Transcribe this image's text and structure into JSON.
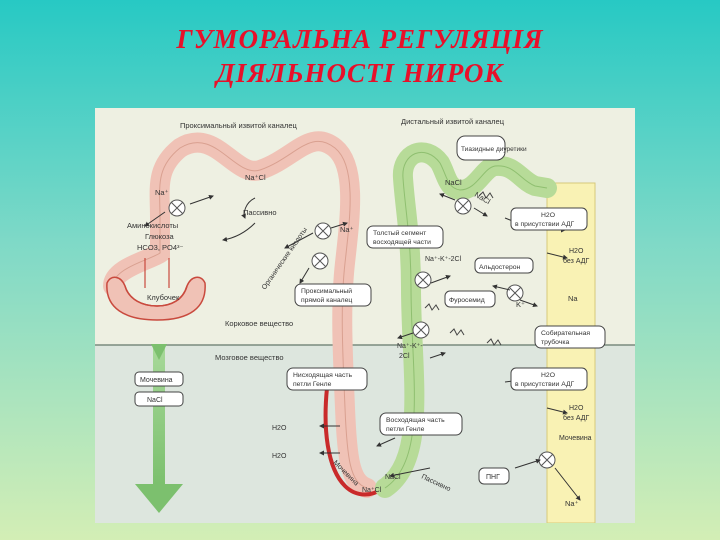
{
  "title": {
    "line1": "ГУМОРАЛЬНА РЕГУЛЯЦІЯ",
    "line2": "ДІЯЛЬНОСТІ  НИРОК"
  },
  "diagram": {
    "region_labels": {
      "proximal_tubule": "Проксимальный извитой каналец",
      "distal_tubule": "Дистальный извитой каналец",
      "cortex": "Корковое вещество",
      "medulla": "Мозговое вещество",
      "glomerulus": "Клубочек"
    },
    "left_labels": {
      "na_plus": "Na⁺",
      "amino": "Аминокислоты",
      "glucose": "Глюкоза",
      "hco": "HCO3, PO4³⁻",
      "nacl_prox": "Na⁺Cl",
      "passive": "Пассивно",
      "organic_acids": "Органические кислоты",
      "na_thick": "Na⁺"
    },
    "boxes": {
      "thiazide": "Тиазидные диуретики",
      "thick_segment_1": "Толстый сегмент",
      "thick_segment_2": "восходящей части",
      "proximal_straight_1": "Проксимальный",
      "proximal_straight_2": "прямой каналец",
      "furosemide": "Фуросемид",
      "collecting_1": "Собирательная",
      "collecting_2": "трубочка",
      "descending_1": "Нисходящая часть",
      "descending_2": "петли Генле",
      "ascending_1": "Восходящая часть",
      "ascending_2": "петли Генле",
      "anp": "ПНГ",
      "urea_box": "Мочевина",
      "nacl_box": "NaCl"
    },
    "right_labels": {
      "nacl_1": "NaCl",
      "nacl_2": "NaCl",
      "h2o_adh": "H2O",
      "with_adh": "в присутствии АДГ",
      "h2o_no_adh": "H2O",
      "without_adh": "без АДГ",
      "nak2cl": "Na⁺-K⁺-2Cl",
      "aldosterone": "Альдостерон",
      "na_right": "Na",
      "k_plus": "K⁺",
      "nak2cl_lower_1": "Na⁺-K⁺-",
      "nak2cl_lower_2": "2Cl",
      "h2o_adh_lower": "H2O",
      "with_adh_lower": "в присутствии АДГ",
      "h2o_no_adh_lower": "H2O",
      "without_adh_lower": "без АДГ",
      "urea": "Мочевина",
      "na_bottom": "Na⁺"
    },
    "loop_labels": {
      "h2o_1": "H2O",
      "h2o_2": "H2O",
      "urea_loop": "Мочевина",
      "na_cl_loop": "Na⁺Cl",
      "nacl_loop": "NaCl",
      "passive_loop": "Пассивно"
    }
  }
}
